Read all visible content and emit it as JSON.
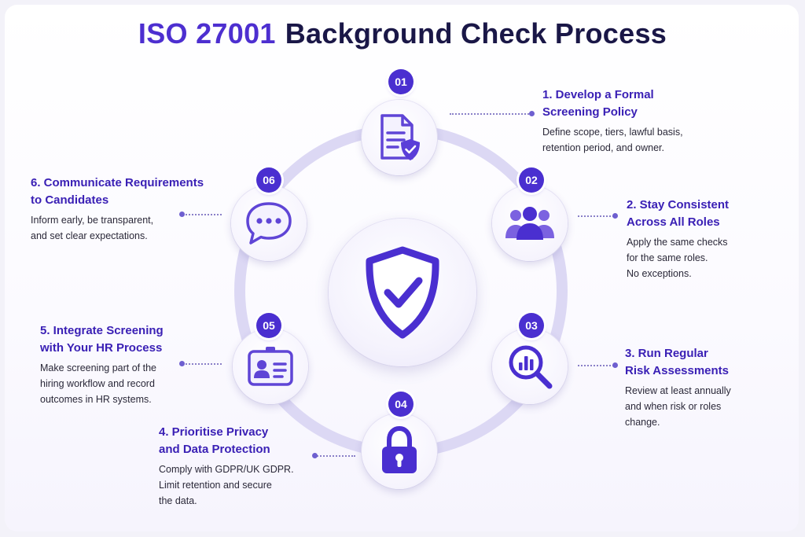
{
  "title": {
    "prefix": "ISO 27001",
    "main": "Background Check Process"
  },
  "steps": [
    {
      "badge": "01",
      "heading_1": "1. Develop a Formal",
      "heading_2": "Screening Policy",
      "desc_1": "Define scope, tiers, lawful basis,",
      "desc_2": "retention period, and owner.",
      "icon": "document-shield-icon"
    },
    {
      "badge": "02",
      "heading_1": "2. Stay Consistent",
      "heading_2": "Across All Roles",
      "desc_1": "Apply the same checks",
      "desc_2": "for the same roles.",
      "desc_3": "No exceptions.",
      "icon": "people-group-icon"
    },
    {
      "badge": "03",
      "heading_1": "3. Run Regular",
      "heading_2": "Risk Assessments",
      "desc_1": "Review at least annually",
      "desc_2": "and when risk or roles",
      "desc_3": "change.",
      "icon": "magnifier-chart-icon"
    },
    {
      "badge": "04",
      "heading_1": "4. Prioritise Privacy",
      "heading_2": "and Data Protection",
      "desc_1": "Comply with GDPR/UK GDPR.",
      "desc_2": "Limit retention and secure",
      "desc_3": "the data.",
      "icon": "padlock-icon"
    },
    {
      "badge": "05",
      "heading_1": "5. Integrate Screening",
      "heading_2": "with Your HR Process",
      "desc_1": "Make screening part of the",
      "desc_2": "hiring workflow and record",
      "desc_3": "outcomes in HR systems.",
      "icon": "id-badge-icon"
    },
    {
      "badge": "06",
      "heading_1": "6. Communicate Requirements",
      "heading_2": "to Candidates",
      "desc_1": "Inform early, be transparent,",
      "desc_2": "and set clear expectations.",
      "icon": "chat-bubble-icon"
    }
  ],
  "colors": {
    "accent": "#4a2fd0",
    "heading": "#3a20b5",
    "title_dark": "#1a1747",
    "ring": "#dcd8f4"
  }
}
